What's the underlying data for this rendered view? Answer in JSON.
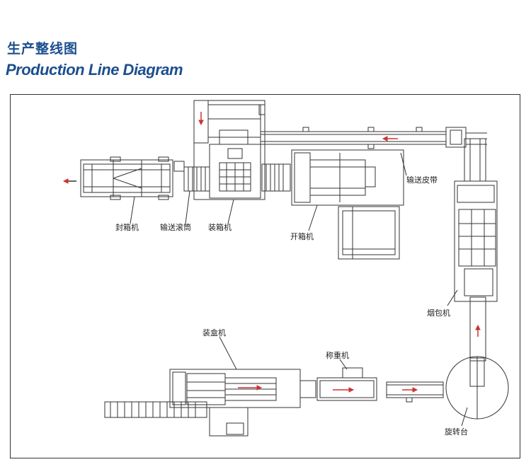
{
  "header": {
    "title_cn": "生产整线图",
    "title_en": "Production Line Diagram"
  },
  "labels": {
    "sealer": "封箱机",
    "roller": "输送滚筒",
    "case_packer": "装箱机",
    "case_erector": "开箱机",
    "belt_conveyor": "输送皮带",
    "wrapper": "烟包机",
    "cartoner": "装盒机",
    "weigher": "称重机",
    "turntable": "旋转台"
  }
}
